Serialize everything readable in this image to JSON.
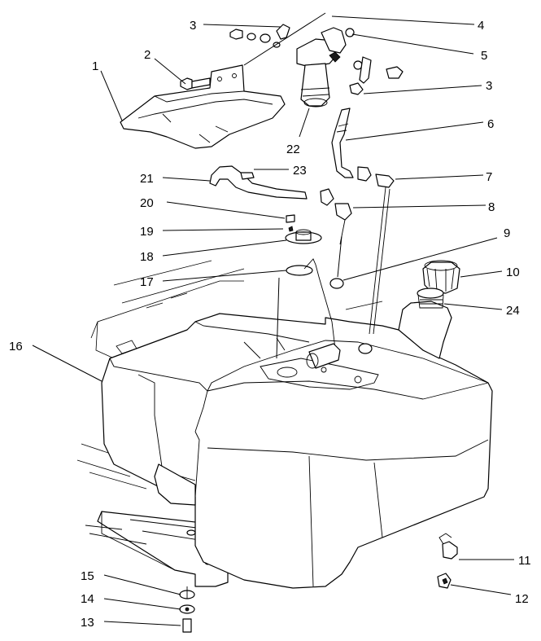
{
  "callouts": {
    "c1": "1",
    "c2": "2",
    "c3a": "3",
    "c3b": "3",
    "c4": "4",
    "c5": "5",
    "c6": "6",
    "c7": "7",
    "c8": "8",
    "c9": "9",
    "c10": "10",
    "c11": "11",
    "c12": "12",
    "c13": "13",
    "c14": "14",
    "c15": "15",
    "c16": "16",
    "c17": "17",
    "c18": "18",
    "c19": "19",
    "c20": "20",
    "c21": "21",
    "c22": "22",
    "c23": "23",
    "c24": "24"
  }
}
